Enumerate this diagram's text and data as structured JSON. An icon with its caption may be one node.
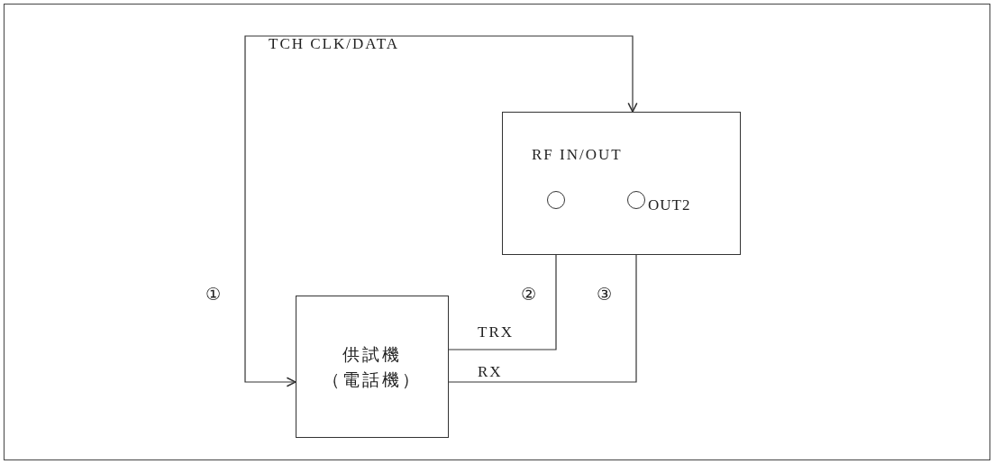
{
  "diagram": {
    "nodes": [
      {
        "text": [
          "RF IN/OUT"
        ]
      },
      {
        "text": [],
        "shape": "circle",
        "in": 0
      },
      {
        "text": [],
        "shape": "circle",
        "in": 0,
        "beside": [
          "OUT2"
        ]
      },
      {
        "text": [
          "供試機",
          "（電話機）"
        ]
      }
    ],
    "edges": [
      {
        "from": 3,
        "to": 0,
        "arrow": "both",
        "label": "TCH CLK/DATA"
      },
      {
        "from": 3,
        "to": 1,
        "arrow": "none",
        "label": "TRX"
      },
      {
        "from": 3,
        "to": 2,
        "arrow": "none",
        "label": "RX"
      }
    ],
    "labels": [
      "①",
      "②",
      "③"
    ]
  }
}
